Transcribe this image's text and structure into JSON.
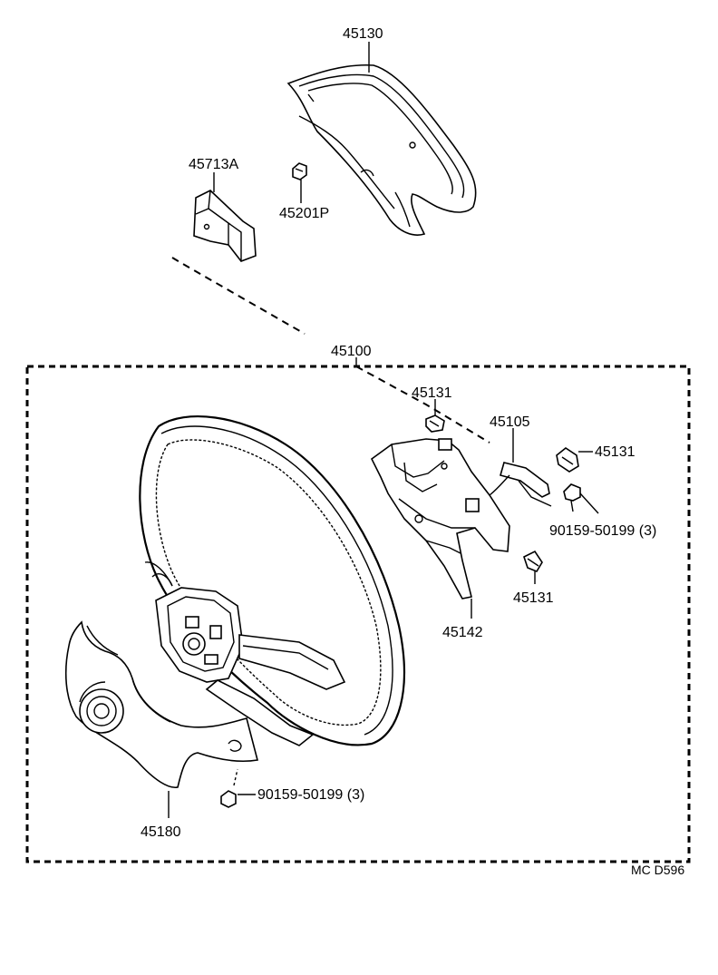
{
  "diagram": {
    "labels": {
      "p45130": "45130",
      "p45713a": "45713A",
      "p45201p": "45201P",
      "p45100": "45100",
      "p45131_top": "45131",
      "p45105": "45105",
      "p45131_right": "45131",
      "bolt_right": "90159-50199 (3)",
      "p45131_lower": "45131",
      "p45142": "45142",
      "bolt_left": "90159-50199 (3)",
      "p45180": "45180",
      "code": "MC D596"
    }
  }
}
